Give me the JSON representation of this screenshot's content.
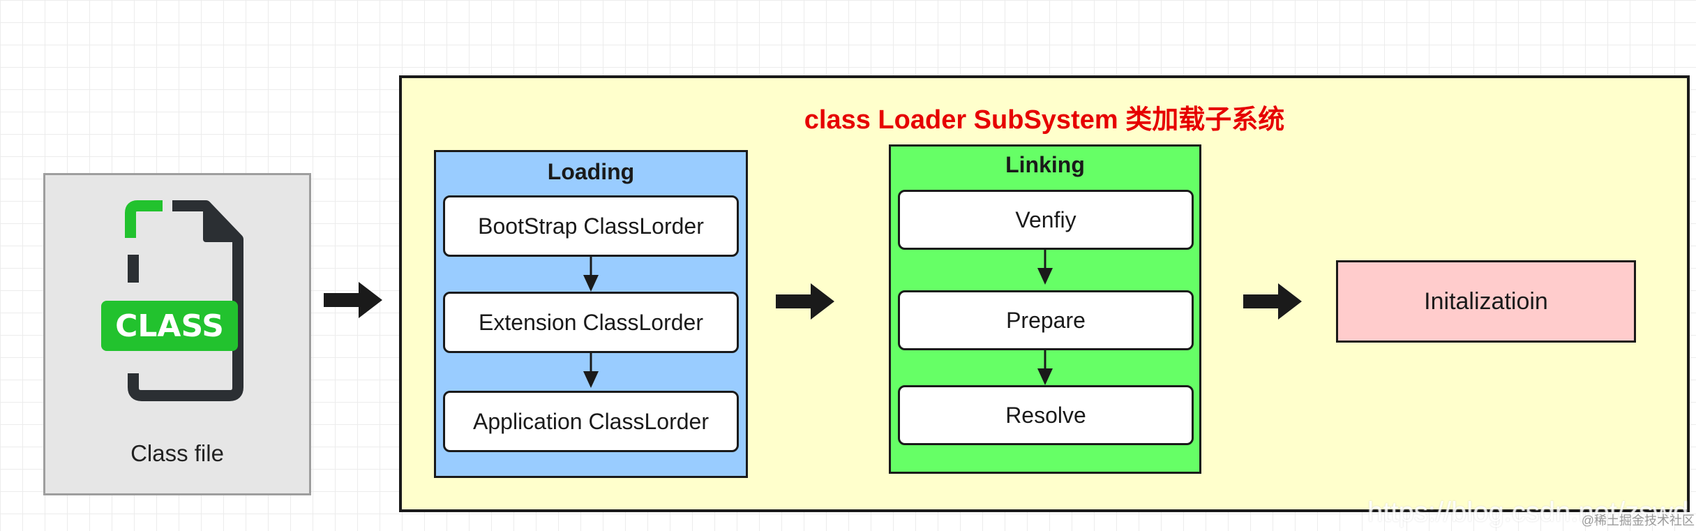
{
  "class_file": {
    "label": "Class file",
    "badge": "CLASS"
  },
  "subsystem": {
    "title": "class Loader SubSystem 类加载子系统"
  },
  "loading": {
    "title": "Loading",
    "steps": [
      "BootStrap ClassLorder",
      "Extension ClassLorder",
      "Application ClassLorder"
    ]
  },
  "linking": {
    "title": "Linking",
    "steps": [
      "Venfiy",
      "Prepare",
      "Resolve"
    ]
  },
  "initialization": {
    "label": "Initalizatioin"
  },
  "watermark": {
    "url_text": "https://blog.csdn.net/zswd",
    "cn_text": "@稀土掘金技术社区"
  },
  "colors": {
    "title_red": "#e60000",
    "loading_bg": "#99ccff",
    "linking_bg": "#66ff66",
    "init_bg": "#ffcccc",
    "subsystem_bg": "#ffffcc",
    "icon_green": "#22c22e",
    "icon_dark": "#2b2f33"
  }
}
